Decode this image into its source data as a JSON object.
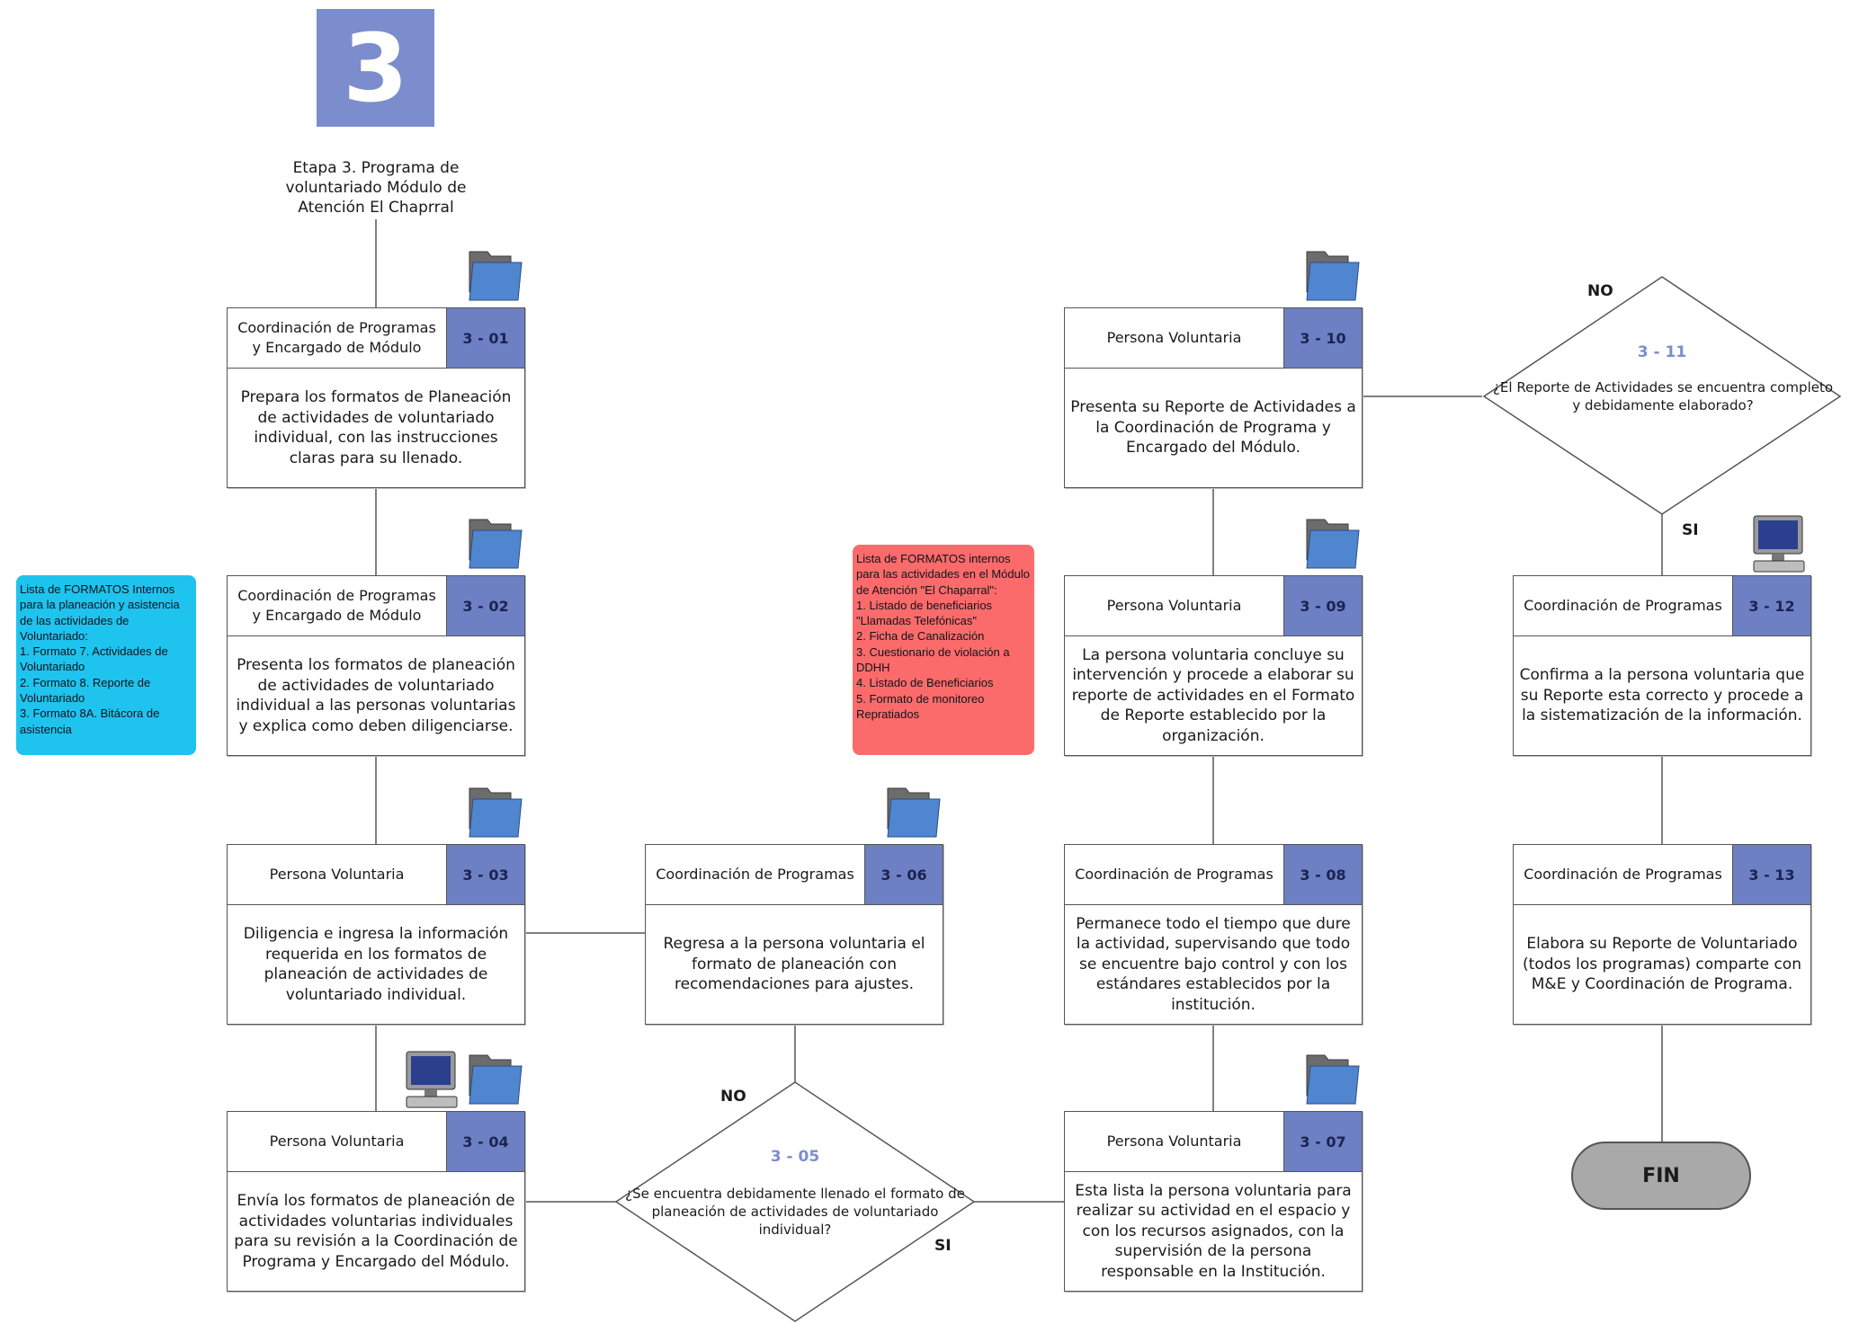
{
  "stage": {
    "number": "3",
    "title": "Etapa 3. Programa de voluntariado Módulo de Atención El Chaprral"
  },
  "colors": {
    "step_code_bg": "#6e80c4",
    "stage_badge": "#7b8dcd",
    "note_blue": "#1ec3ee",
    "note_red": "#fb6b6b",
    "terminal": "#a9a9a9"
  },
  "steps": {
    "s01": {
      "actor": "Coordinación de Programas y Encargado de Módulo",
      "code": "3 - 01",
      "text": "Prepara los formatos de Planeación de actividades de voluntariado individual, con las instrucciones claras para su llenado."
    },
    "s02": {
      "actor": "Coordinación de Programas y Encargado de Módulo",
      "code": "3 - 02",
      "text": "Presenta los formatos de planeación de actividades de voluntariado individual a las personas voluntarias y explica como deben diligenciarse."
    },
    "s03": {
      "actor": "Persona Voluntaria",
      "code": "3 - 03",
      "text": "Diligencia e ingresa la información requerida en los formatos de planeación de actividades de voluntariado individual."
    },
    "s04": {
      "actor": "Persona Voluntaria",
      "code": "3 - 04",
      "text": "Envía los formatos de planeación de actividades voluntarias individuales para su revisión a la Coordinación de Programa y Encargado del Módulo."
    },
    "s06": {
      "actor": "Coordinación de Programas",
      "code": "3 - 06",
      "text": "Regresa a la persona voluntaria el formato de planeación con recomendaciones para ajustes."
    },
    "s07": {
      "actor": "Persona Voluntaria",
      "code": "3 - 07",
      "text": "Esta lista la persona voluntaria para realizar su actividad en el espacio y con los recursos asignados, con la supervisión de la persona responsable en la Institución."
    },
    "s08": {
      "actor": "Coordinación de Programas",
      "code": "3 - 08",
      "text": "Permanece todo el tiempo que dure la actividad, supervisando que todo se encuentre bajo control y con los estándares establecidos por la institución."
    },
    "s09": {
      "actor": "Persona Voluntaria",
      "code": "3 - 09",
      "text": "La persona voluntaria concluye su intervención y procede a elaborar su reporte de actividades en el Formato de Reporte establecido por la organización."
    },
    "s10": {
      "actor": "Persona Voluntaria",
      "code": "3 - 10",
      "text": "Presenta su Reporte de Actividades a la Coordinación de Programa y Encargado del Módulo."
    },
    "s12": {
      "actor": "Coordinación de Programas",
      "code": "3 - 12",
      "text": "Confirma a la persona voluntaria que su Reporte esta correcto y procede a la sistematización de la información."
    },
    "s13": {
      "actor": "Coordinación de Programas",
      "code": "3 - 13",
      "text": "Elabora su Reporte de Voluntariado (todos los programas) comparte con M&E y Coordinación de Programa."
    }
  },
  "decisions": {
    "d05": {
      "code": "3 - 05",
      "question": "¿Se encuentra debidamente llenado el formato de planeación de actividades de voluntariado individual?",
      "no_label": "NO",
      "yes_label": "SI"
    },
    "d11": {
      "code": "3 - 11",
      "question": "¿El Reporte de Actividades se encuentra completo y debidamente elaborado?",
      "no_label": "NO",
      "yes_label": "SI"
    }
  },
  "notes": {
    "blue": {
      "title": "Lista de FORMATOS Internos para la planeación y asistencia de las actividades de Voluntariado:",
      "items": [
        "1. Formato 7. Actividades de Voluntariado",
        "2. Formato 8. Reporte de Voluntariado",
        "3. Formato 8A. Bitácora de asistencia"
      ]
    },
    "red": {
      "title": "Lista de FORMATOS internos para las actividades en el Módulo de Atención \"El Chaparral\":",
      "items": [
        "1. Listado de beneficiarios \"Llamadas Telefónicas\"",
        "2. Ficha de Canalización",
        "3. Cuestionario de violación a DDHH",
        "4. Listado de Beneficiarios",
        "5. Formato de monitoreo Repratiados"
      ]
    }
  },
  "terminal": {
    "label": "FIN"
  },
  "icons": {
    "folder": "folder-icon",
    "computer": "computer-icon"
  }
}
